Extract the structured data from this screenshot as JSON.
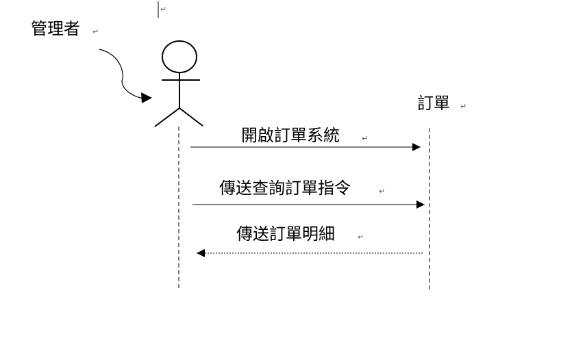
{
  "actor": {
    "label": "管理者"
  },
  "object": {
    "label": "訂單"
  },
  "messages": [
    {
      "label": "開啟訂單系統",
      "direction": "to-object",
      "style": "solid"
    },
    {
      "label": "傳送查詢訂單指令",
      "direction": "to-object",
      "style": "solid"
    },
    {
      "label": "傳送訂單明細",
      "direction": "to-actor",
      "style": "dotted"
    }
  ],
  "paragraph_mark": "↵"
}
